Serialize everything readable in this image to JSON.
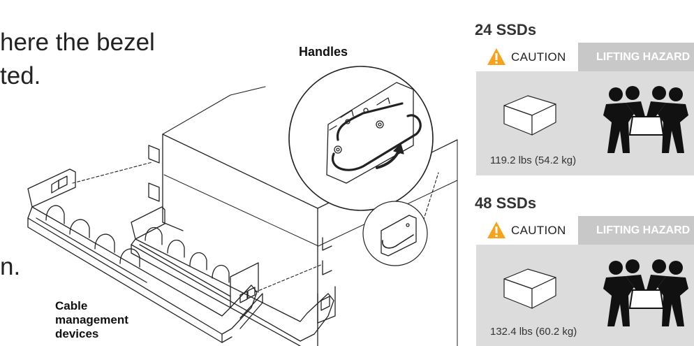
{
  "intro_text": {
    "line1": "here the bezel",
    "line2": "ted.",
    "line3": "n."
  },
  "callouts": {
    "handles": "Handles",
    "cable_line1": "Cable",
    "cable_line2": "management",
    "cable_line3": "devices"
  },
  "warnings": [
    {
      "title": "24 SSDs",
      "caution": "CAUTION",
      "hazard": "LIFTING HAZARD",
      "weight": "119.2 lbs (54.2 kg)"
    },
    {
      "title": "48 SSDs",
      "caution": "CAUTION",
      "hazard": "LIFTING HAZARD",
      "weight": "132.4 lbs (60.2 kg)"
    }
  ],
  "colors": {
    "caution_yellow": "#f7a21b",
    "panel_gray": "#dcdcdc",
    "hazard_gray": "#c8c8c8"
  },
  "icons": [
    "warning-triangle-icon",
    "box-icon",
    "four-people-lifting-icon",
    "rotate-arrow-icon"
  ]
}
